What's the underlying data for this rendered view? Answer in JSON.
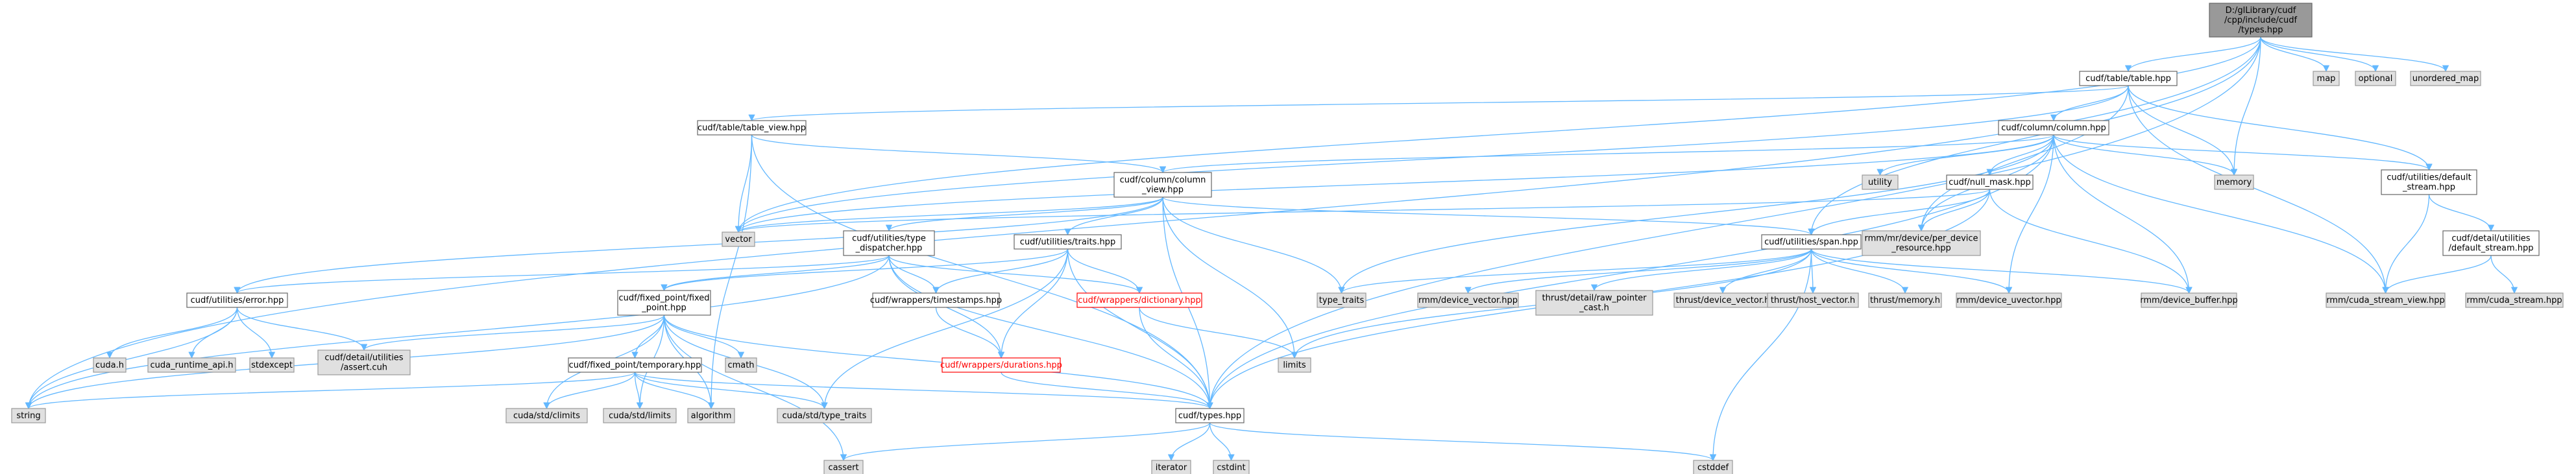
{
  "diagram": {
    "nodes": [
      {
        "id": "root",
        "kind": "root",
        "lines": [
          "D:/glLibrary/cudf",
          "/cpp/include/cudf",
          "/types.hpp"
        ]
      },
      {
        "id": "table_hpp",
        "kind": "white",
        "lines": [
          "cudf/table/table.hpp"
        ]
      },
      {
        "id": "map",
        "kind": "grey",
        "lines": [
          "map"
        ]
      },
      {
        "id": "optional",
        "kind": "grey",
        "lines": [
          "optional"
        ]
      },
      {
        "id": "unordered_map",
        "kind": "grey",
        "lines": [
          "unordered_map"
        ]
      },
      {
        "id": "table_view",
        "kind": "white",
        "lines": [
          "cudf/table/table_view.hpp"
        ]
      },
      {
        "id": "column_hpp",
        "kind": "white",
        "lines": [
          "cudf/column/column.hpp"
        ]
      },
      {
        "id": "column_view",
        "kind": "white",
        "lines": [
          "cudf/column/column",
          "_view.hpp"
        ]
      },
      {
        "id": "utility",
        "kind": "grey",
        "lines": [
          "utility"
        ]
      },
      {
        "id": "null_mask",
        "kind": "white",
        "lines": [
          "cudf/null_mask.hpp"
        ]
      },
      {
        "id": "memory",
        "kind": "grey",
        "lines": [
          "memory"
        ]
      },
      {
        "id": "default_stream",
        "kind": "white",
        "lines": [
          "cudf/utilities/default",
          "_stream.hpp"
        ]
      },
      {
        "id": "detail_default_stream",
        "kind": "white",
        "lines": [
          "cudf/detail/utilities",
          "/default_stream.hpp"
        ]
      },
      {
        "id": "vector",
        "kind": "grey",
        "lines": [
          "vector"
        ]
      },
      {
        "id": "per_device",
        "kind": "grey",
        "lines": [
          "rmm/mr/device/per_device",
          "_resource.hpp"
        ]
      },
      {
        "id": "type_dispatcher",
        "kind": "white",
        "lines": [
          "cudf/utilities/type",
          "_dispatcher.hpp"
        ]
      },
      {
        "id": "traits",
        "kind": "white",
        "lines": [
          "cudf/utilities/traits.hpp"
        ]
      },
      {
        "id": "span",
        "kind": "white",
        "lines": [
          "cudf/utilities/span.hpp"
        ]
      },
      {
        "id": "error",
        "kind": "white",
        "lines": [
          "cudf/utilities/error.hpp"
        ]
      },
      {
        "id": "fixed_point",
        "kind": "white",
        "lines": [
          "cudf/fixed_point/fixed",
          "_point.hpp"
        ]
      },
      {
        "id": "timestamps",
        "kind": "white",
        "lines": [
          "cudf/wrappers/timestamps.hpp"
        ]
      },
      {
        "id": "dictionary",
        "kind": "red",
        "lines": [
          "cudf/wrappers/dictionary.hpp"
        ]
      },
      {
        "id": "type_traits",
        "kind": "grey",
        "lines": [
          "type_traits"
        ]
      },
      {
        "id": "rmm_device_vector",
        "kind": "grey",
        "lines": [
          "rmm/device_vector.hpp"
        ]
      },
      {
        "id": "thrust_pointer_cast",
        "kind": "grey",
        "lines": [
          "thrust/detail/raw_pointer",
          "_cast.h"
        ]
      },
      {
        "id": "thrust_device_vector",
        "kind": "grey",
        "lines": [
          "thrust/device_vector.h"
        ]
      },
      {
        "id": "thrust_host_vector",
        "kind": "grey",
        "lines": [
          "thrust/host_vector.h"
        ]
      },
      {
        "id": "thrust_memory",
        "kind": "grey",
        "lines": [
          "thrust/memory.h"
        ]
      },
      {
        "id": "device_uvector",
        "kind": "grey",
        "lines": [
          "rmm/device_uvector.hpp"
        ]
      },
      {
        "id": "device_buffer",
        "kind": "grey",
        "lines": [
          "rmm/device_buffer.hpp"
        ]
      },
      {
        "id": "cuda_stream_view",
        "kind": "grey",
        "lines": [
          "rmm/cuda_stream_view.hpp"
        ]
      },
      {
        "id": "cuda_stream",
        "kind": "grey",
        "lines": [
          "rmm/cuda_stream.hpp"
        ]
      },
      {
        "id": "cuda_h",
        "kind": "grey",
        "lines": [
          "cuda.h"
        ]
      },
      {
        "id": "cuda_runtime_api",
        "kind": "grey",
        "lines": [
          "cuda_runtime_api.h"
        ]
      },
      {
        "id": "stdexcept",
        "kind": "grey",
        "lines": [
          "stdexcept"
        ]
      },
      {
        "id": "assert_cuh",
        "kind": "grey",
        "lines": [
          "cudf/detail/utilities",
          "/assert.cuh"
        ]
      },
      {
        "id": "cmath",
        "kind": "grey",
        "lines": [
          "cmath"
        ]
      },
      {
        "id": "fp_temporary",
        "kind": "white",
        "lines": [
          "cudf/fixed_point/temporary.hpp"
        ]
      },
      {
        "id": "durations",
        "kind": "red",
        "lines": [
          "cudf/wrappers/durations.hpp"
        ]
      },
      {
        "id": "limits",
        "kind": "grey",
        "lines": [
          "limits"
        ]
      },
      {
        "id": "string",
        "kind": "grey",
        "lines": [
          "string"
        ]
      },
      {
        "id": "cuda_climits",
        "kind": "grey",
        "lines": [
          "cuda/std/climits"
        ]
      },
      {
        "id": "cuda_limits",
        "kind": "grey",
        "lines": [
          "cuda/std/limits"
        ]
      },
      {
        "id": "algorithm",
        "kind": "grey",
        "lines": [
          "algorithm"
        ]
      },
      {
        "id": "cuda_type_traits",
        "kind": "grey",
        "lines": [
          "cuda/std/type_traits"
        ]
      },
      {
        "id": "types_hpp",
        "kind": "white",
        "lines": [
          "cudf/types.hpp"
        ]
      },
      {
        "id": "cassert",
        "kind": "grey",
        "lines": [
          "cassert"
        ]
      },
      {
        "id": "iterator",
        "kind": "grey",
        "lines": [
          "iterator"
        ]
      },
      {
        "id": "cstdint",
        "kind": "grey",
        "lines": [
          "cstdint"
        ]
      },
      {
        "id": "cstddef",
        "kind": "grey",
        "lines": [
          "cstddef"
        ]
      }
    ],
    "edges": [
      [
        "root",
        "table_hpp"
      ],
      [
        "root",
        "map"
      ],
      [
        "root",
        "optional"
      ],
      [
        "root",
        "unordered_map"
      ],
      [
        "root",
        "memory"
      ],
      [
        "root",
        "span"
      ],
      [
        "root",
        "types_hpp"
      ],
      [
        "root",
        "vector"
      ],
      [
        "root",
        "string"
      ],
      [
        "table_hpp",
        "table_view"
      ],
      [
        "table_hpp",
        "column_hpp"
      ],
      [
        "table_hpp",
        "default_stream"
      ],
      [
        "table_hpp",
        "memory"
      ],
      [
        "table_hpp",
        "vector"
      ],
      [
        "table_hpp",
        "per_device"
      ],
      [
        "table_hpp",
        "cuda_stream_view"
      ],
      [
        "table_view",
        "column_view"
      ],
      [
        "table_view",
        "types_hpp"
      ],
      [
        "table_view",
        "vector"
      ],
      [
        "table_view",
        "algorithm"
      ],
      [
        "column_hpp",
        "column_view"
      ],
      [
        "column_hpp",
        "null_mask"
      ],
      [
        "column_hpp",
        "default_stream"
      ],
      [
        "column_hpp",
        "memory"
      ],
      [
        "column_hpp",
        "utility"
      ],
      [
        "column_hpp",
        "vector"
      ],
      [
        "column_hpp",
        "per_device"
      ],
      [
        "column_hpp",
        "device_buffer"
      ],
      [
        "column_hpp",
        "device_uvector"
      ],
      [
        "column_hpp",
        "cuda_stream_view"
      ],
      [
        "column_hpp",
        "types_hpp"
      ],
      [
        "column_hpp",
        "type_traits"
      ],
      [
        "column_view",
        "type_dispatcher"
      ],
      [
        "column_view",
        "traits"
      ],
      [
        "column_view",
        "span"
      ],
      [
        "column_view",
        "error"
      ],
      [
        "column_view",
        "types_hpp"
      ],
      [
        "column_view",
        "vector"
      ],
      [
        "column_view",
        "limits"
      ],
      [
        "column_view",
        "type_traits"
      ],
      [
        "null_mask",
        "span"
      ],
      [
        "null_mask",
        "per_device"
      ],
      [
        "null_mask",
        "device_buffer"
      ],
      [
        "null_mask",
        "vector"
      ],
      [
        "null_mask",
        "types_hpp"
      ],
      [
        "default_stream",
        "detail_default_stream"
      ],
      [
        "default_stream",
        "cuda_stream_view"
      ],
      [
        "detail_default_stream",
        "cuda_stream_view"
      ],
      [
        "detail_default_stream",
        "cuda_stream"
      ],
      [
        "type_dispatcher",
        "fixed_point"
      ],
      [
        "type_dispatcher",
        "timestamps"
      ],
      [
        "type_dispatcher",
        "dictionary"
      ],
      [
        "type_dispatcher",
        "durations"
      ],
      [
        "type_dispatcher",
        "error"
      ],
      [
        "type_dispatcher",
        "types_hpp"
      ],
      [
        "type_dispatcher",
        "string"
      ],
      [
        "traits",
        "fixed_point"
      ],
      [
        "traits",
        "timestamps"
      ],
      [
        "traits",
        "dictionary"
      ],
      [
        "traits",
        "durations"
      ],
      [
        "traits",
        "types_hpp"
      ],
      [
        "traits",
        "cuda_type_traits"
      ],
      [
        "span",
        "type_traits"
      ],
      [
        "span",
        "rmm_device_vector"
      ],
      [
        "span",
        "thrust_pointer_cast"
      ],
      [
        "span",
        "thrust_device_vector"
      ],
      [
        "span",
        "thrust_host_vector"
      ],
      [
        "span",
        "thrust_memory"
      ],
      [
        "span",
        "device_uvector"
      ],
      [
        "span",
        "device_buffer"
      ],
      [
        "span",
        "limits"
      ],
      [
        "span",
        "cstddef"
      ],
      [
        "error",
        "cuda_h"
      ],
      [
        "error",
        "cuda_runtime_api"
      ],
      [
        "error",
        "stdexcept"
      ],
      [
        "error",
        "string"
      ],
      [
        "error",
        "assert_cuh"
      ],
      [
        "fixed_point",
        "fp_temporary"
      ],
      [
        "fixed_point",
        "cmath"
      ],
      [
        "fixed_point",
        "types_hpp"
      ],
      [
        "fixed_point",
        "assert_cuh"
      ],
      [
        "fixed_point",
        "cuda_climits"
      ],
      [
        "fixed_point",
        "cuda_limits"
      ],
      [
        "fixed_point",
        "cuda_type_traits"
      ],
      [
        "fixed_point",
        "algorithm"
      ],
      [
        "fixed_point",
        "string"
      ],
      [
        "fixed_point",
        "cassert"
      ],
      [
        "timestamps",
        "durations"
      ],
      [
        "dictionary",
        "types_hpp"
      ],
      [
        "dictionary",
        "limits"
      ],
      [
        "durations",
        "types_hpp"
      ],
      [
        "fp_temporary",
        "types_hpp"
      ],
      [
        "fp_temporary",
        "cuda_climits"
      ],
      [
        "fp_temporary",
        "cuda_limits"
      ],
      [
        "fp_temporary",
        "cuda_type_traits"
      ],
      [
        "fp_temporary",
        "algorithm"
      ],
      [
        "fp_temporary",
        "string"
      ],
      [
        "types_hpp",
        "cassert"
      ],
      [
        "types_hpp",
        "iterator"
      ],
      [
        "types_hpp",
        "cstdint"
      ],
      [
        "types_hpp",
        "cstddef"
      ]
    ]
  }
}
